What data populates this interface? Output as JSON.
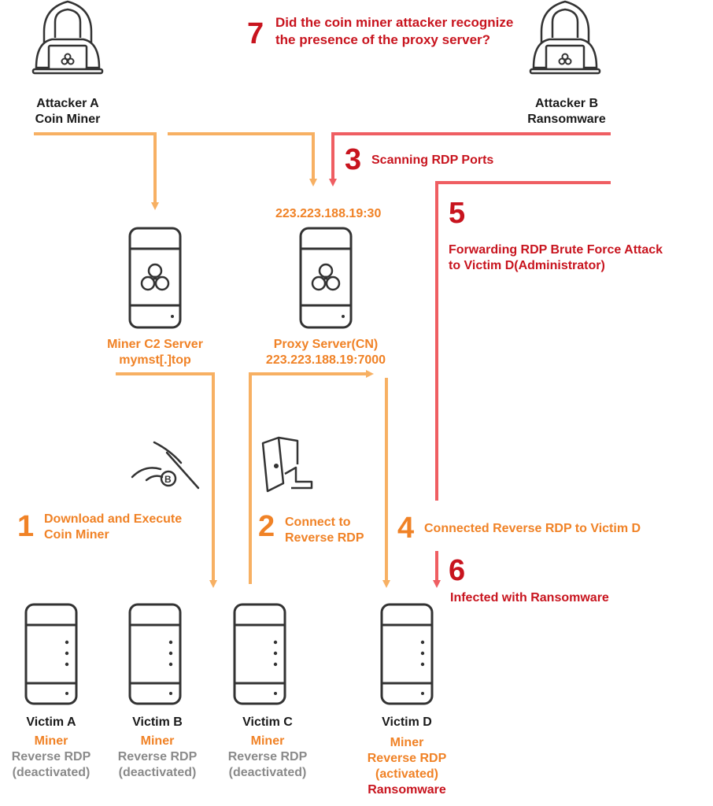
{
  "colors": {
    "orange_arrow": "#f7b063",
    "red_arrow": "#ef5e62",
    "orange_text": "#f08226",
    "red_text": "#c8141e",
    "gray_text": "#8a8a8a",
    "icon_stroke": "#333333"
  },
  "attackers": {
    "a": {
      "name": "Attacker A",
      "role": "Coin Miner",
      "icon": "hooded-hacker-icon"
    },
    "b": {
      "name": "Attacker B",
      "role": "Ransomware",
      "icon": "hooded-hacker-icon"
    }
  },
  "question": {
    "number": "7",
    "line1": "Did the coin miner attacker recognize",
    "line2": "the presence of the proxy server?"
  },
  "steps": {
    "s1": {
      "number": "1",
      "line1": "Download and Execute",
      "line2": "Coin Miner"
    },
    "s2": {
      "number": "2",
      "line1": "Connect to",
      "line2": "Reverse RDP"
    },
    "s3": {
      "number": "3",
      "line1": "Scanning RDP Ports"
    },
    "s4": {
      "number": "4",
      "line1": "Connected Reverse RDP to Victim D"
    },
    "s5": {
      "number": "5",
      "line1": "Forwarding RDP Brute Force Attack",
      "line2": "to Victim D(Administrator)"
    },
    "s6": {
      "number": "6",
      "line1": "Infected with Ransomware"
    }
  },
  "servers": {
    "c2": {
      "line1": "Miner C2 Server",
      "line2": "mymst[.]top",
      "icon": "biohazard-server-icon"
    },
    "proxy": {
      "address_top": "223.223.188.19:30",
      "line1": "Proxy Server(CN)",
      "line2": "223.223.188.19:7000",
      "icon": "biohazard-server-icon"
    }
  },
  "victims": [
    {
      "name": "Victim A",
      "l1": "Miner",
      "l2": "Reverse RDP",
      "l3": "(deactivated)",
      "l4": ""
    },
    {
      "name": "Victim B",
      "l1": "Miner",
      "l2": "Reverse RDP",
      "l3": "(deactivated)",
      "l4": ""
    },
    {
      "name": "Victim C",
      "l1": "Miner",
      "l2": "Reverse RDP",
      "l3": "(deactivated)",
      "l4": ""
    },
    {
      "name": "Victim D",
      "l1": "Miner",
      "l2": "Reverse RDP",
      "l3": "(activated)",
      "l4": "Ransomware"
    }
  ]
}
